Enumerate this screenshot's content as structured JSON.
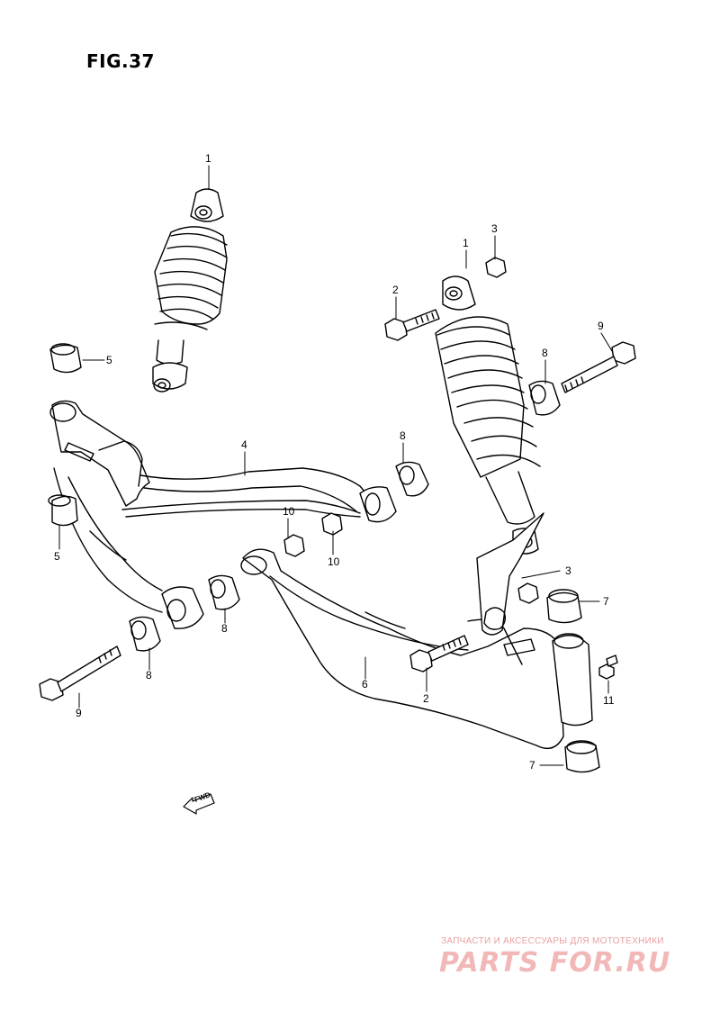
{
  "figure": {
    "title": "FIG.37"
  },
  "callouts": [
    {
      "id": "c1a",
      "text": "1"
    },
    {
      "id": "c1b",
      "text": "1"
    },
    {
      "id": "c2a",
      "text": "2"
    },
    {
      "id": "c2b",
      "text": "2"
    },
    {
      "id": "c3a",
      "text": "3"
    },
    {
      "id": "c3b",
      "text": "3"
    },
    {
      "id": "c4",
      "text": "4"
    },
    {
      "id": "c5a",
      "text": "5"
    },
    {
      "id": "c5b",
      "text": "5"
    },
    {
      "id": "c6",
      "text": "6"
    },
    {
      "id": "c7a",
      "text": "7"
    },
    {
      "id": "c7b",
      "text": "7"
    },
    {
      "id": "c8a",
      "text": "8"
    },
    {
      "id": "c8b",
      "text": "8"
    },
    {
      "id": "c8c",
      "text": "8"
    },
    {
      "id": "c8d",
      "text": "8"
    },
    {
      "id": "c9a",
      "text": "9"
    },
    {
      "id": "c9b",
      "text": "9"
    },
    {
      "id": "c10a",
      "text": "10"
    },
    {
      "id": "c10b",
      "text": "10"
    },
    {
      "id": "c11",
      "text": "11"
    }
  ],
  "direction_arrow": {
    "label": "FWD"
  },
  "watermark": {
    "tagline": "ЗАПЧАСТИ И АКСЕССУАРЫ ДЛЯ МОТОТЕХНИКИ",
    "logo": "PARTS FOR.RU"
  }
}
